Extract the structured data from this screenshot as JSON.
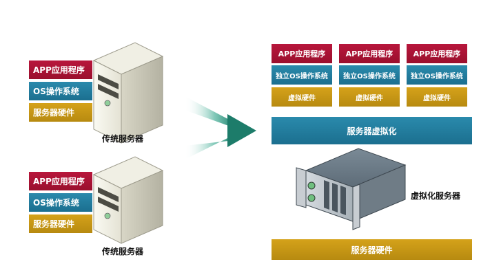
{
  "left_top": {
    "layers": [
      "APP应用程序",
      "OS操作系统",
      "服务器硬件"
    ],
    "caption": "传统服务器"
  },
  "left_bottom": {
    "layers": [
      "APP应用程序",
      "OS操作系统",
      "服务器硬件"
    ],
    "caption": "传统服务器"
  },
  "right": {
    "stacks": [
      {
        "app": "APP应用程序",
        "os": "独立OS操作系统",
        "hw": "虚拟硬件"
      },
      {
        "app": "APP应用程序",
        "os": "独立OS操作系统",
        "hw": "虚拟硬件"
      },
      {
        "app": "APP应用程序",
        "os": "独立OS操作系统",
        "hw": "虚拟硬件"
      }
    ],
    "virtualization_bar": "服务器虚拟化",
    "server_caption": "虚拟化服务器",
    "hardware_bar": "服务器硬件"
  },
  "colors": {
    "app": "#a8133a",
    "os": "#1f7a9c",
    "hardware": "#c9960f",
    "arrow": "#2e8b7a"
  }
}
